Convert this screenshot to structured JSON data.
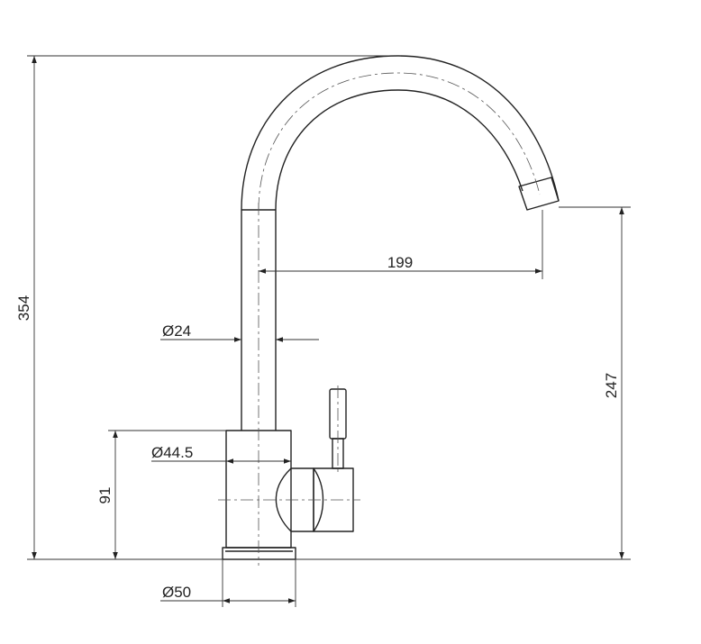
{
  "dimensions": {
    "total_height": "354",
    "spout_reach": "199",
    "spout_height": "247",
    "body_height": "91",
    "pipe_diameter": "Ø24",
    "body_diameter": "Ø44.5",
    "base_diameter": "Ø50"
  }
}
